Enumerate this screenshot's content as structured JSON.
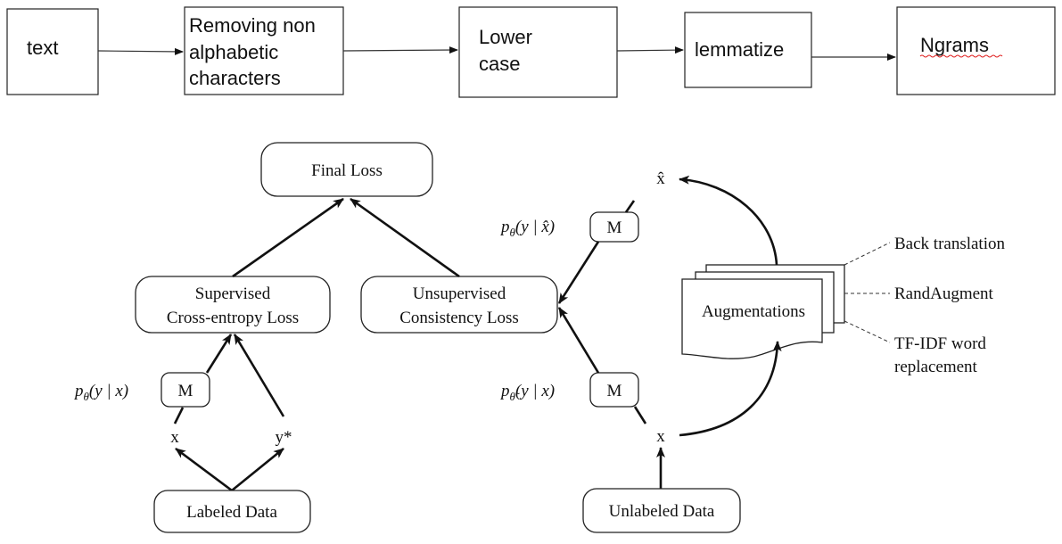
{
  "pipeline": {
    "steps": [
      {
        "lines": [
          "text"
        ]
      },
      {
        "lines": [
          "Removing non",
          "alphabetic",
          "characters"
        ]
      },
      {
        "lines": [
          "Lower",
          "case"
        ]
      },
      {
        "lines": [
          "lemmatize"
        ]
      },
      {
        "lines": [
          "Ngrams"
        ]
      }
    ]
  },
  "uda": {
    "final_loss": "Final Loss",
    "supervised": [
      "Supervised",
      "Cross-entropy Loss"
    ],
    "unsupervised": [
      "Unsupervised",
      "Consistency Loss"
    ],
    "model_label": "M",
    "labeled_data": "Labeled Data",
    "unlabeled_data": "Unlabeled Data",
    "x": "x",
    "y_star": "y*",
    "x_hat": "x̂",
    "p_sup": {
      "p": "p",
      "sub": "θ",
      "rest": "(y | x)"
    },
    "p_aug": {
      "p": "p",
      "sub": "θ",
      "rest": "(y | x̂)"
    },
    "p_unl": {
      "p": "p",
      "sub": "θ̃",
      "rest": "(y | x)"
    },
    "augmentations": "Augmentations",
    "methods": [
      "Back translation",
      "RandAugment",
      "TF-IDF word",
      "replacement"
    ]
  }
}
